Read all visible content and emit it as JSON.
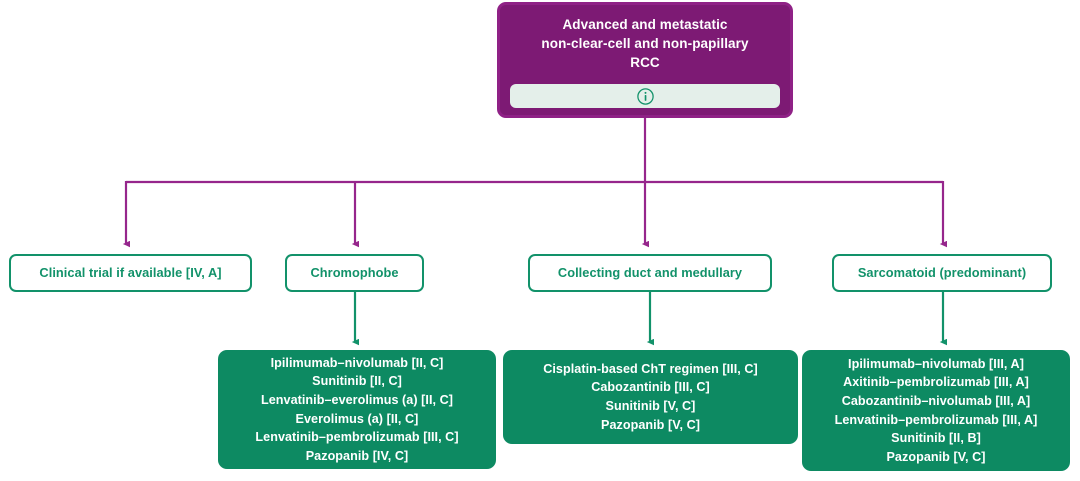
{
  "diagram": {
    "root": {
      "title": "Advanced and metastatic\nnon-clear-cell and non-papillary\nRCC",
      "info_icon": "info-circle-icon",
      "info_tooltip_label": "i"
    },
    "columns": [
      {
        "id": "clinical-trial",
        "header": "Clinical trial if available [IV, A]",
        "treatments": []
      },
      {
        "id": "chromophobe",
        "header": "Chromophobe",
        "treatments": [
          "Ipilimumab–nivolumab [II, C]",
          "Sunitinib [II, C]",
          "Lenvatinib–everolimus (a) [II, C]",
          "Everolimus (a) [II, C]",
          "Lenvatinib–pembrolizumab [III, C]",
          "Pazopanib [IV, C]"
        ]
      },
      {
        "id": "collecting-duct-and-medullary",
        "header": "Collecting duct and medullary",
        "treatments": [
          "Cisplatin-based ChT regimen [III, C]",
          "Cabozantinib [III, C]",
          "Sunitinib [V, C]",
          "Pazopanib [V, C]"
        ]
      },
      {
        "id": "sarcomatoid-predominant",
        "header": "Sarcomatoid (predominant)",
        "treatments": [
          "Ipilimumab–nivolumab [III, A]",
          "Axitinib–pembrolizumab [III, A]",
          "Cabozantinib–nivolumab [III, A]",
          "Lenvatinib–pembrolizumab [III, A]",
          "Sunitinib [II, B]",
          "Pazopanib [V, C]"
        ]
      }
    ],
    "colors": {
      "root_fill": "#7d1a74",
      "root_border": "#8f2186",
      "connector_purple": "#96268c",
      "green_fill": "#0d8a62",
      "green_outline": "#12926a",
      "info_bar_fill": "#e4efea",
      "text_on_green": "#ffffff",
      "background": "#ffffff"
    }
  }
}
